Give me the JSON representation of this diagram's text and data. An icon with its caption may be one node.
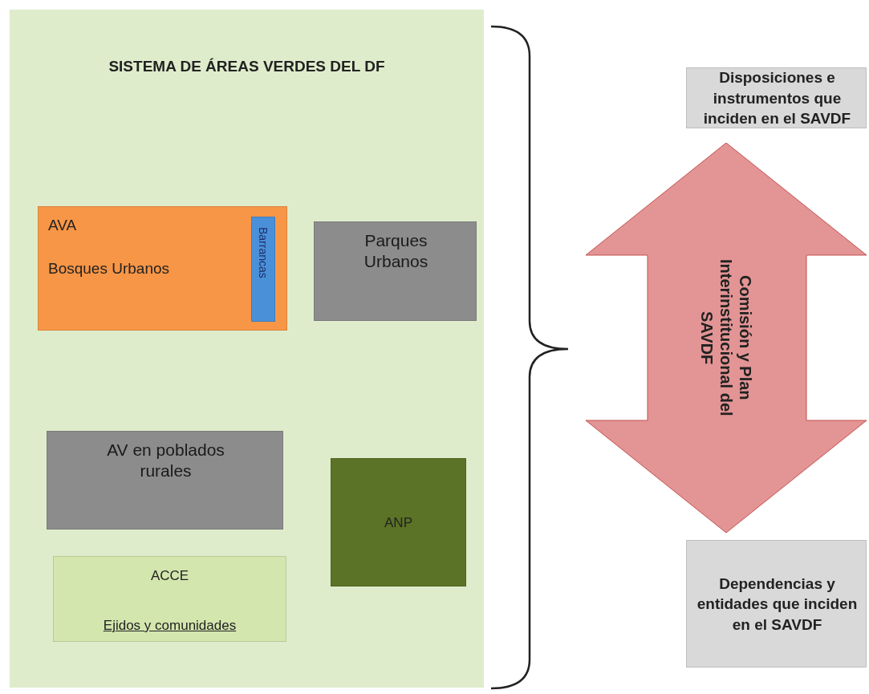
{
  "diagram": {
    "nodes": [
      {
        "text": [
          "SISTEMA DE ÁREAS VERDES DEL DF"
        ]
      },
      {
        "text": [
          "AVA",
          "Bosques Urbanos"
        ],
        "in": 0
      },
      {
        "text": [
          "Barrancas"
        ],
        "in": 1
      },
      {
        "text": [
          "Parques Urbanos"
        ],
        "in": 0
      },
      {
        "text": [
          "AV en poblados rurales"
        ],
        "in": 0
      },
      {
        "text": [
          "ACCE",
          "Ejidos y comunidades"
        ],
        "in": 0
      },
      {
        "text": [
          "ANP"
        ],
        "in": 0
      },
      {
        "text": [
          "Disposiciones e instrumentos que inciden en el SAVDF"
        ]
      },
      {
        "text": [
          "Comisión y Plan Interinstitucional del SAVDF"
        ]
      },
      {
        "text": [
          "Dependencias y entidades que inciden en el SAVDF"
        ]
      }
    ]
  }
}
